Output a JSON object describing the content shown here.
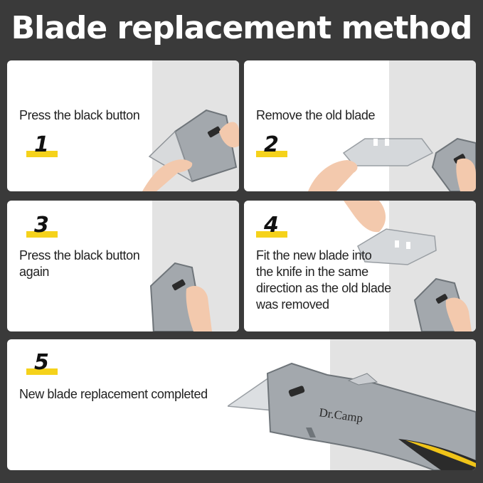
{
  "title": "Blade replacement method",
  "steps": [
    {
      "number": "1",
      "text": "Press the black button"
    },
    {
      "number": "2",
      "text": "Remove the old blade"
    },
    {
      "number": "3",
      "text": "Press the black button again"
    },
    {
      "number": "4",
      "text": "Fit the new blade into the knife in the same direction as the old blade was removed"
    },
    {
      "number": "5",
      "text": "New blade replacement completed"
    }
  ],
  "brand": "Dr.Camp",
  "colors": {
    "background": "#3a3a3a",
    "card": "#ffffff",
    "photo_panel": "#e3e3e3",
    "accent_bar": "#f5d21b",
    "knife_body": "#9aa0a6",
    "grip_yellow": "#f0c419"
  },
  "icons": [
    "knife-illustration",
    "hand-illustration",
    "blade-illustration"
  ]
}
